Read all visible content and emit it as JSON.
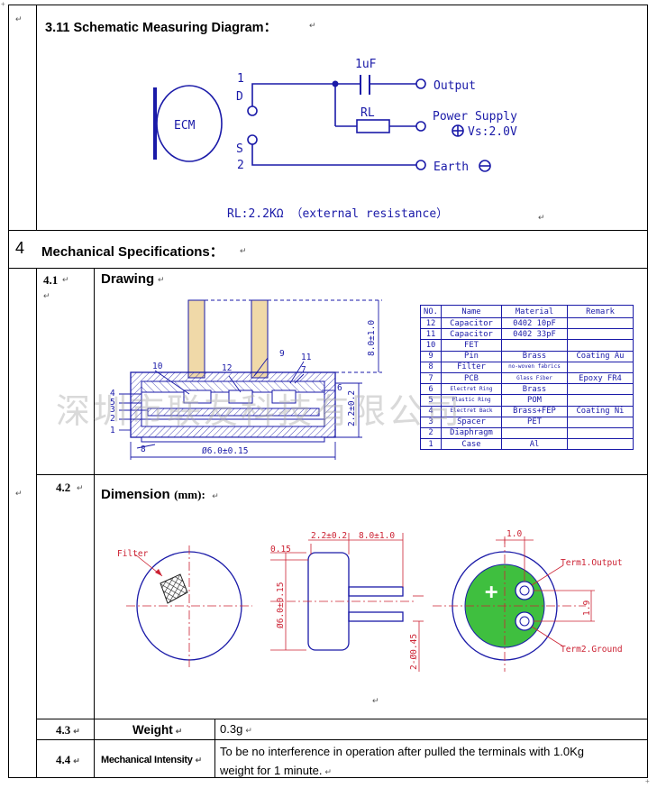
{
  "section_311": {
    "marker": "↵",
    "title": "3.11 Schematic Measuring Diagram：",
    "diagram": {
      "mic_label": "ECM",
      "pin1": "1",
      "pinD": "D",
      "pinS": "S",
      "pin2": "2",
      "cap_label": "1uF",
      "output_label": "Output",
      "rl_label": "RL",
      "power_label": "Power Supply",
      "vs_label": "Vs:2.0V",
      "earth_label": "Earth",
      "rl_note": "RL:2.2KΩ （external resistance）"
    }
  },
  "section_4": {
    "number": "4",
    "title": "Mechanical Specifications："
  },
  "row_41": {
    "number": "4.1",
    "title": "Drawing",
    "drawing_labels": {
      "height": "8.0±1.0",
      "side_dim": "2.2±0.2",
      "diameter": "Ø6.0±0.15",
      "callouts": [
        "10",
        "12",
        "9",
        "11",
        "7",
        "4",
        "5",
        "3",
        "2",
        "1",
        "6",
        "8"
      ]
    },
    "bom_headers": [
      "NO.",
      "Name",
      "Material",
      "Remark"
    ],
    "bom_rows": [
      [
        "12",
        "Capacitor",
        "0402 10pF",
        ""
      ],
      [
        "11",
        "Capacitor",
        "0402 33pF",
        ""
      ],
      [
        "10",
        "FET",
        "",
        ""
      ],
      [
        "9",
        "Pin",
        "Brass",
        "Coating Au"
      ],
      [
        "8",
        "Filter",
        "no-woven fabrics",
        ""
      ],
      [
        "7",
        "PCB",
        "Glass Fiber",
        "Epoxy FR4"
      ],
      [
        "6",
        "Electret Ring",
        "Brass",
        ""
      ],
      [
        "5",
        "Plastic Ring",
        "POM",
        ""
      ],
      [
        "4",
        "Electret Back",
        "Brass+FEP",
        "Coating Ni"
      ],
      [
        "3",
        "Spacer",
        "PET",
        ""
      ],
      [
        "2",
        "Diaphragm",
        "",
        ""
      ],
      [
        "1",
        "Case",
        "Al",
        ""
      ]
    ],
    "watermark": "深圳市联友科技有限公司"
  },
  "row_42": {
    "number": "4.2",
    "title": "Dimension",
    "unit": "(mm):",
    "labels": {
      "filter": "Filter",
      "d015": "0.15",
      "d22": "2.2±0.2",
      "d80": "8.0±1.0",
      "d60": "Ø6.0±0.15",
      "d045": "2-Ø0.45",
      "d10": "1.0",
      "d19": "1.9",
      "term1": "Term1.Output",
      "term2": "Term2.Ground"
    }
  },
  "row_43": {
    "number": "4.3",
    "label": "Weight",
    "value": "0.3g"
  },
  "row_44": {
    "number": "4.4",
    "label": "Mechanical Intensity",
    "value_line1": "To be no interference in operation after pulled the terminals with 1.0Kg",
    "value_line2": "weight for 1 minute."
  }
}
